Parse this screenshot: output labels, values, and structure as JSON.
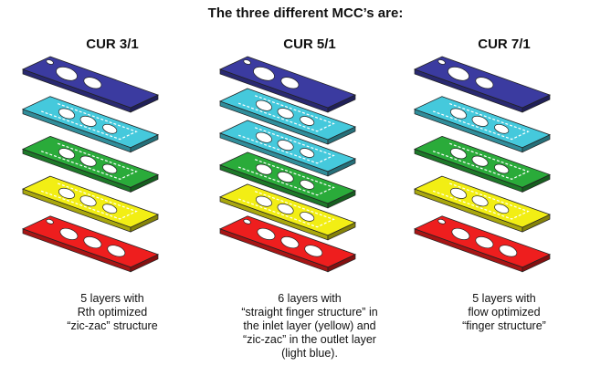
{
  "heading": "The three different MCC’s are:",
  "colors": {
    "dark_blue": "#3b3ba0",
    "light_blue": "#45c9dc",
    "green": "#2aab3a",
    "yellow": "#f2ee14",
    "red": "#ee1e1e",
    "edge": "#222222"
  },
  "columns": [
    {
      "title": "CUR 3/1",
      "layers": [
        "dark_blue",
        "light_blue",
        "green",
        "yellow",
        "red"
      ],
      "caption": [
        "5 layers with",
        "Rth optimized",
        "“zic-zac” structure"
      ]
    },
    {
      "title": "CUR 5/1",
      "layers": [
        "dark_blue",
        "light_blue",
        "light_blue",
        "green",
        "yellow",
        "red"
      ],
      "caption": [
        "6 layers with",
        "“straight finger structure” in",
        "the inlet layer (yellow) and",
        "“zic-zac” in the outlet layer",
        "(light blue)."
      ]
    },
    {
      "title": "CUR 7/1",
      "layers": [
        "dark_blue",
        "light_blue",
        "green",
        "yellow",
        "red"
      ],
      "caption": [
        "5 layers with",
        "flow optimized",
        "“finger structure”"
      ]
    }
  ]
}
